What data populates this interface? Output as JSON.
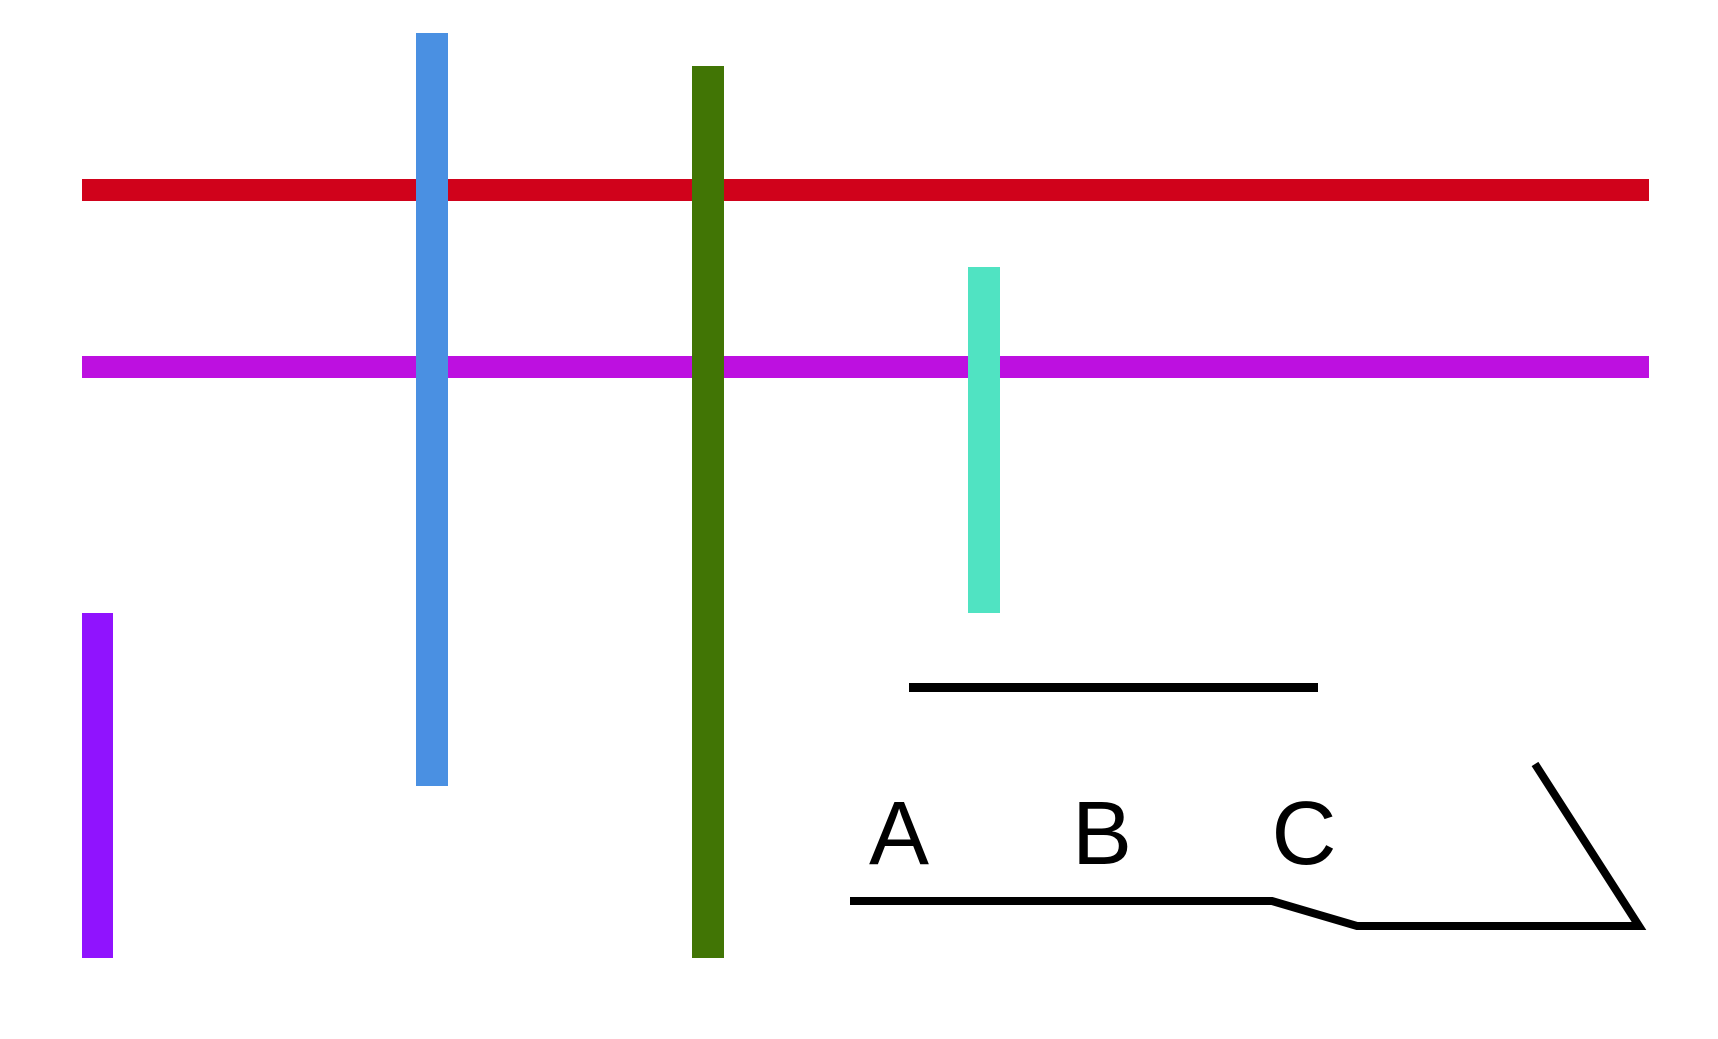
{
  "colors": {
    "background": "#ffffff",
    "red": "#d0021b",
    "magenta": "#bd10e0",
    "blue": "#4a90e2",
    "dark_green": "#417505",
    "turquoise": "#50e3c2",
    "purple": "#9013fe",
    "black": "#000000"
  },
  "labels": {
    "a": "A",
    "b": "B",
    "c": "C"
  }
}
